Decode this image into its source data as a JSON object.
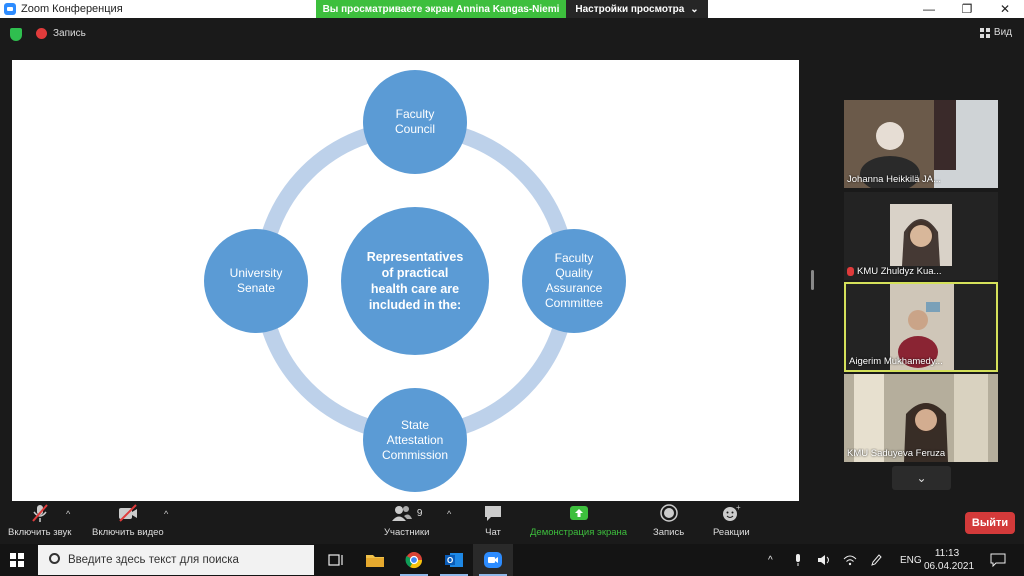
{
  "window": {
    "title": "Zoom Конференция",
    "share_banner": "Вы просматриваете экран Annina Kangas-Niemi",
    "view_settings": "Настройки просмотра",
    "controls": [
      "—",
      "❐",
      "✕"
    ]
  },
  "meeting_bar": {
    "record_label": "Запись",
    "view_label": "Вид"
  },
  "slide": {
    "center": [
      "Representatives",
      "of practical",
      "health care are",
      "included in the:"
    ],
    "nodes": [
      [
        "Faculty",
        "Council"
      ],
      [
        "Faculty",
        "Quality",
        "Assurance",
        "Committee"
      ],
      [
        "State",
        "Attestation",
        "Commission"
      ],
      [
        "University",
        "Senate"
      ]
    ],
    "colors": {
      "node": "#5b9bd5",
      "ring": "#bdd1ea"
    }
  },
  "participants": [
    {
      "name": "Johanna Heikkilä JA...",
      "muted": false,
      "active": false
    },
    {
      "name": "KMU Zhuldyz Kua...",
      "muted": true,
      "active": false
    },
    {
      "name": "Aigerim Mukhamedy...",
      "muted": false,
      "active": true
    },
    {
      "name": "KMU Saduyeva Feruza",
      "muted": false,
      "active": false
    }
  ],
  "toolbar": {
    "unmute": "Включить звук",
    "start_video": "Включить видео",
    "participants": "Участники",
    "participants_count": "9",
    "chat": "Чат",
    "share_screen": "Демонстрация экрана",
    "record": "Запись",
    "reactions": "Реакции",
    "leave": "Выйти"
  },
  "taskbar": {
    "search_placeholder": "Введите здесь текст для поиска",
    "language": "ENG",
    "time": "11:13",
    "date": "06.04.2021"
  }
}
